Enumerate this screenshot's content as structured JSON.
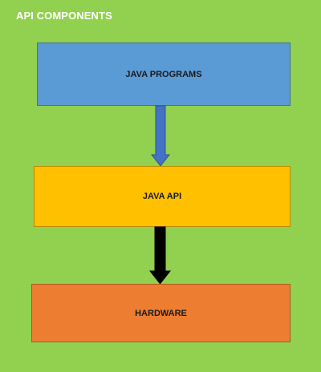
{
  "diagram": {
    "title": "API COMPONENTS",
    "nodes": [
      {
        "id": "java-programs",
        "label": "JAVA PROGRAMS",
        "fill": "#5b9bd5"
      },
      {
        "id": "java-api",
        "label": "JAVA API",
        "fill": "#ffc000"
      },
      {
        "id": "hardware",
        "label": "HARDWARE",
        "fill": "#ed7d31"
      }
    ],
    "edges": [
      {
        "from": "java-programs",
        "to": "java-api",
        "color": "#4472c4"
      },
      {
        "from": "java-api",
        "to": "hardware",
        "color": "#000000"
      }
    ],
    "background": "#92d050"
  }
}
